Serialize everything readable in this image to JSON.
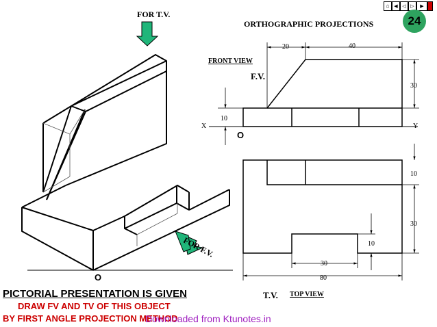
{
  "slide_number": "24",
  "headings": {
    "for_tv": "FOR T.V.",
    "title": "ORTHOGRAPHIC PROJECTIONS",
    "front_view_label": "FRONT VIEW",
    "fv": "F.V.",
    "tv": "T.V.",
    "top_view_label": "TOP VIEW",
    "for_fv": "FOR F.V."
  },
  "dimensions": {
    "fv_top_left": "20",
    "fv_top_right": "40",
    "fv_height": "30",
    "fv_base": "10",
    "tv_right_top": "10",
    "tv_right_mid": "30",
    "tv_notch_depth": "10",
    "tv_notch_width": "30",
    "tv_total_width": "80"
  },
  "axis": {
    "x": "X",
    "y": "Y",
    "origin_fv": "O",
    "origin_pictorial": "O"
  },
  "instructions": {
    "line1": "PICTORIAL PRESENTATION IS GIVEN",
    "line2": "DRAW FV AND TV OF THIS OBJECT",
    "line3": "BY FIRST ANGLE PROJECTION METHOD"
  },
  "watermark": "Downloaded from Ktunotes.in",
  "colors": {
    "arrow_fill": "#20b67a",
    "badge": "#2ea35f",
    "instruction_text": "#cc0000",
    "watermark": "#a020c0"
  },
  "nav_icons": [
    "home-icon",
    "first-icon",
    "back-icon",
    "forward-icon",
    "last-icon"
  ]
}
